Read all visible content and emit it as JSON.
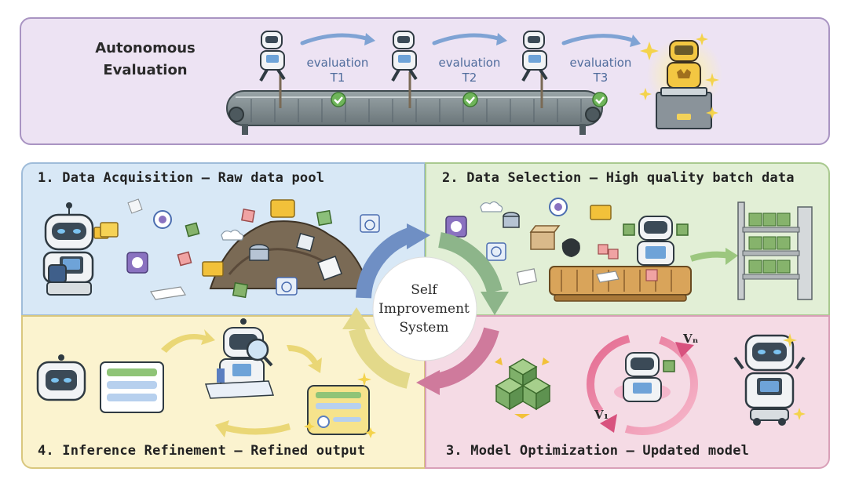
{
  "header": {
    "title_line1": "Autonomous",
    "title_line2": "Evaluation",
    "steps": [
      {
        "label": "evaluation",
        "sub": "T1"
      },
      {
        "label": "evaluation",
        "sub": "T2"
      },
      {
        "label": "evaluation",
        "sub": "T3"
      }
    ]
  },
  "quadrants": {
    "q1": {
      "title": "1. Data Acquisition — Raw data pool"
    },
    "q2": {
      "title": "2. Data Selection — High quality batch data"
    },
    "q3": {
      "title": "3. Model Optimization — Updated model"
    },
    "q4": {
      "title": "4. Inference Refinement — Refined output"
    }
  },
  "center": {
    "line1": "Self",
    "line2": "Improvement",
    "line3": "System"
  },
  "version_labels": {
    "v1": "V₁",
    "vn": "Vₙ"
  },
  "colors": {
    "top_bg": "#ede3f3",
    "q1_bg": "#d8e8f6",
    "q2_bg": "#e2efd6",
    "q3_bg": "#f5dbe5",
    "q4_bg": "#fbf3cf",
    "arrow_blue": "#6f8fc4",
    "arrow_green": "#8db58a",
    "arrow_pink": "#cf7a9c",
    "arrow_yellow": "#e3d98a"
  }
}
